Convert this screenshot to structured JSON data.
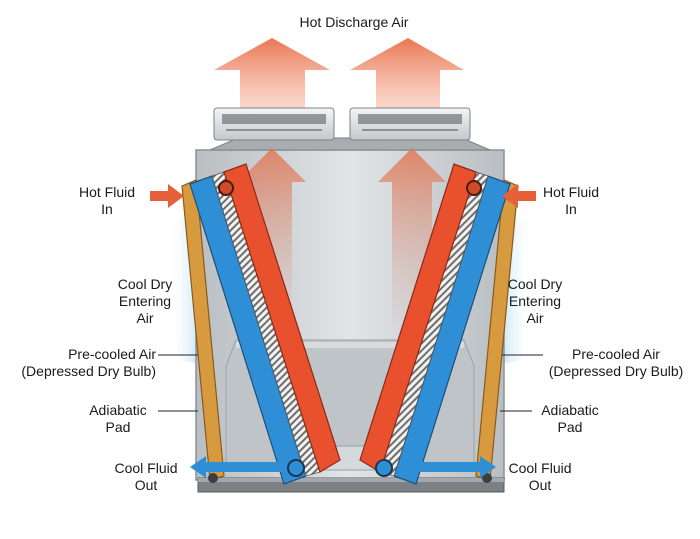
{
  "labels": {
    "hot_discharge_air": "Hot Discharge Air",
    "hot_fluid_in_left": [
      "Hot Fluid",
      "In"
    ],
    "hot_fluid_in_right": [
      "Hot Fluid",
      "In"
    ],
    "cool_dry_entering_air_left": [
      "Cool Dry",
      "Entering",
      "Air"
    ],
    "cool_dry_entering_air_right": [
      "Cool Dry",
      "Entering",
      "Air"
    ],
    "precooled_air_left": [
      "Pre-cooled Air",
      "(Depressed Dry Bulb)"
    ],
    "precooled_air_right": [
      "Pre-cooled Air",
      "(Depressed Dry Bulb)"
    ],
    "adiabatic_pad_left": [
      "Adiabatic",
      "Pad"
    ],
    "adiabatic_pad_right": [
      "Adiabatic",
      "Pad"
    ],
    "cool_fluid_out_left": [
      "Cool Fluid",
      "Out"
    ],
    "cool_fluid_out_right": [
      "Cool Fluid",
      "Out"
    ]
  },
  "colors": {
    "hot_air": "#e8704a",
    "hot_coil": "#e8502e",
    "cool_coil": "#2e8fd6",
    "cool_air": "#a9d8f2",
    "adiabatic_pad": "#d89a3e",
    "cabinet": "#cfd3d6",
    "cabinet_dark": "#8c9196",
    "text": "#1a1a1a"
  }
}
